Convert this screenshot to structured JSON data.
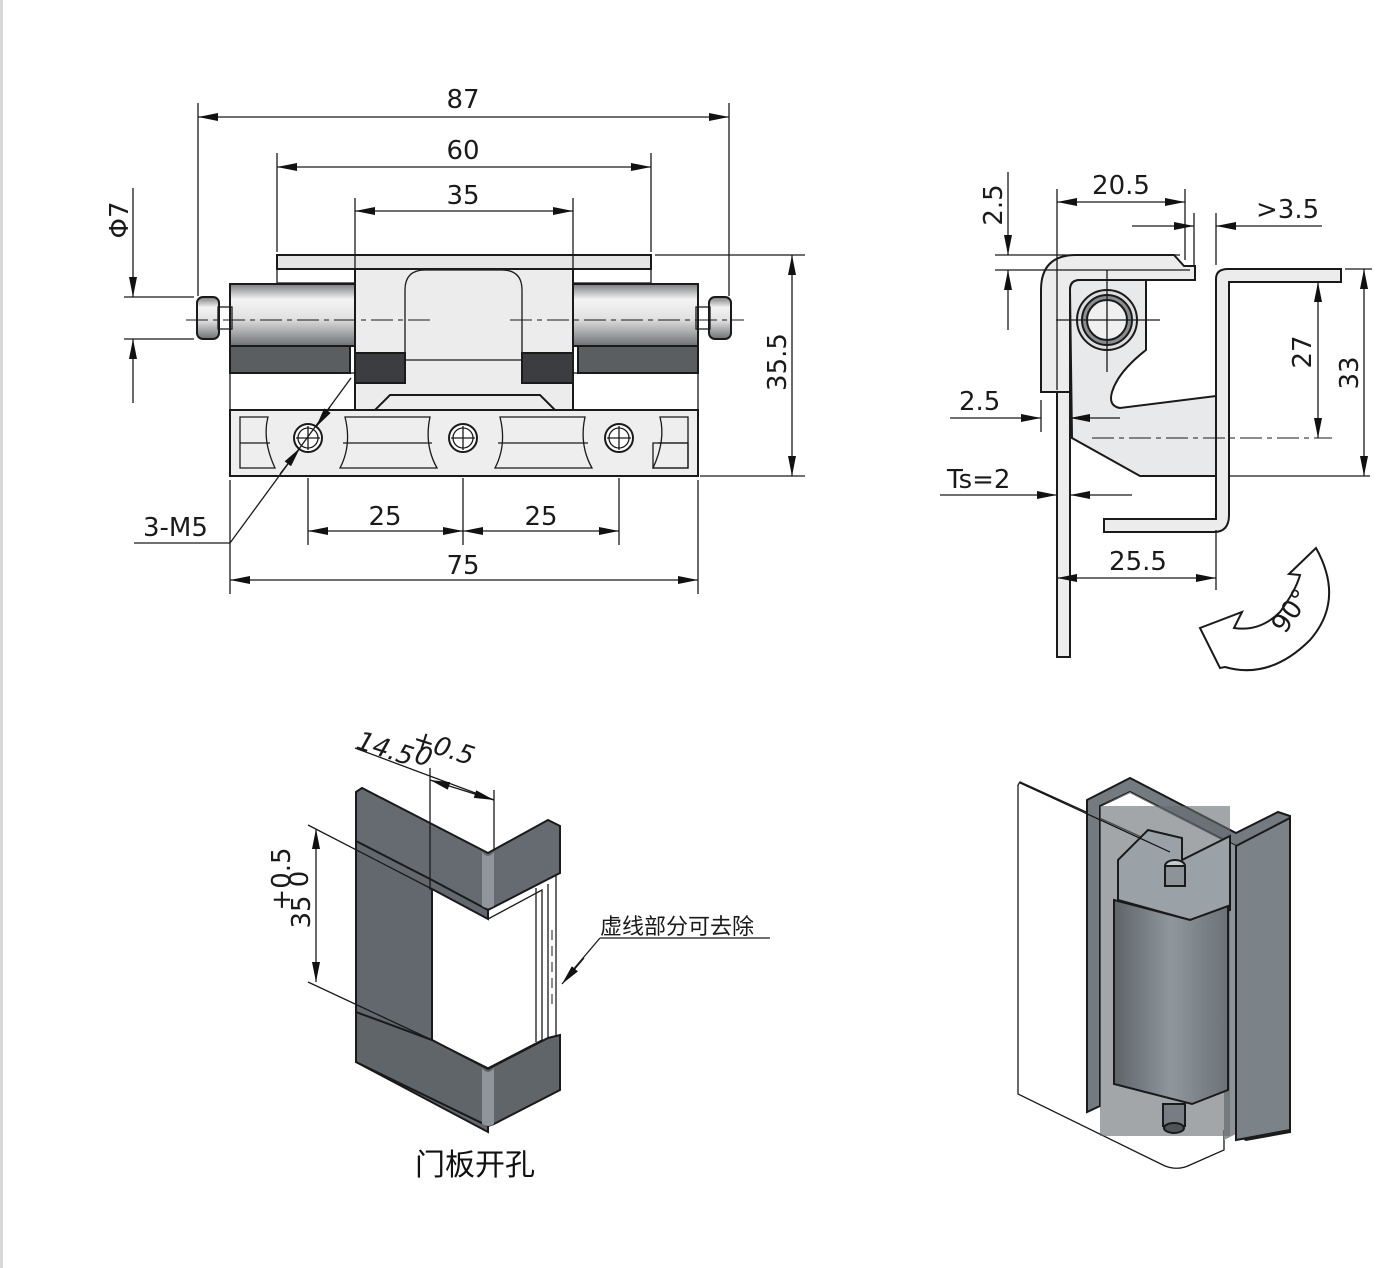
{
  "front_view": {
    "dims": {
      "overall_width": "87",
      "leaf_width": "60",
      "knuckle_width": "35",
      "pin_diameter": "Φ7",
      "height": "35.5",
      "hole_spacing_left": "25",
      "hole_spacing_right": "25",
      "base_width": "75",
      "thread_callout": "3-M5"
    }
  },
  "side_view": {
    "dims": {
      "top_thickness": "2.5",
      "top_width": "20.5",
      "gap": ">3.5",
      "side_offset": "2.5",
      "sheet_thickness": "Ts=2",
      "bottom_width": "25.5",
      "inner_height": "27",
      "outer_height": "33"
    },
    "rotation": "90°"
  },
  "cutout_view": {
    "width_dim": "14.5",
    "width_tol_upper": "+0.5",
    "width_tol_lower": "0",
    "height_dim": "35",
    "height_tol_upper": "+0.5",
    "height_tol_lower": "0",
    "note": "虚线部分可去除",
    "caption": "门板开孔"
  },
  "assembly_view": {}
}
